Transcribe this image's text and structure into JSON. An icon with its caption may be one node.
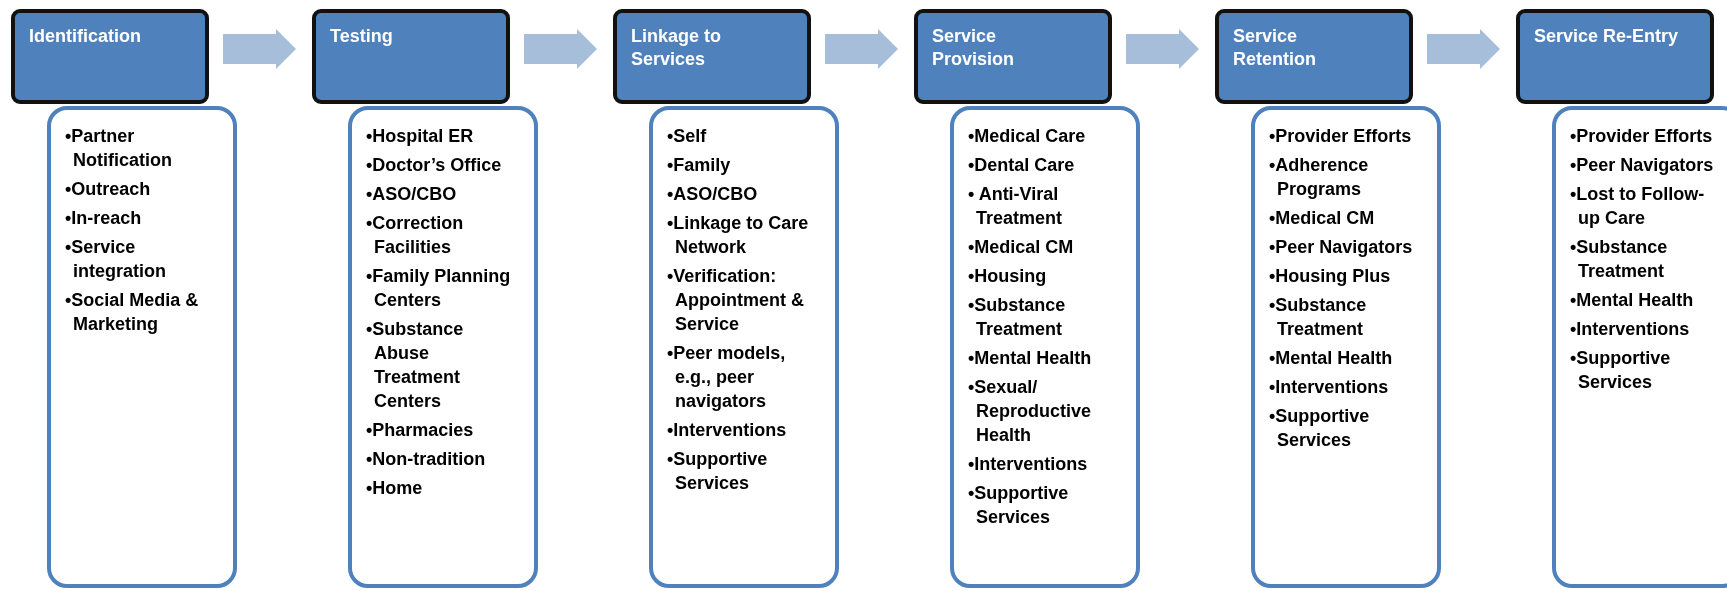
{
  "diagram": {
    "nodes": [
      {
        "text": [
          "Identification"
        ]
      },
      {
        "text": [
          "•Partner Notification",
          "•Outreach",
          "•In-reach",
          "•Service integration",
          "•Social Media & Marketing"
        ]
      },
      {
        "text": [
          "Testing"
        ]
      },
      {
        "text": [
          "•Hospital ER",
          "•Doctor’s Office",
          "•ASO/CBO",
          "•Correction Facilities",
          "•Family Planning Centers",
          "•Substance Abuse Treatment Centers",
          "•Pharmacies",
          "•Non-tradition",
          "•Home"
        ]
      },
      {
        "text": [
          "Linkage to Services"
        ]
      },
      {
        "text": [
          "•Self",
          "•Family",
          "•ASO/CBO",
          "•Linkage to Care Network",
          "•Verification: Appointment & Service",
          "•Peer models, e.g., peer navigators",
          "•Interventions",
          "•Supportive Services"
        ]
      },
      {
        "text": [
          "Service Provision"
        ]
      },
      {
        "text": [
          "•Medical Care",
          "•Dental Care",
          "• Anti-Viral Treatment",
          "•Medical CM",
          "•Housing",
          "•Substance Treatment",
          "•Mental Health",
          "•Sexual/ Reproductive Health",
          "•Interventions",
          "•Supportive Services"
        ]
      },
      {
        "text": [
          "Service Retention"
        ]
      },
      {
        "text": [
          "•Provider Efforts",
          "•Adherence Programs",
          "•Medical CM",
          "•Peer Navigators",
          "•Housing Plus",
          "•Substance Treatment",
          "•Mental Health",
          "•Interventions",
          "•Supportive Services"
        ]
      },
      {
        "text": [
          "Service Re-Entry"
        ]
      },
      {
        "text": [
          "•Provider Efforts",
          "•Peer Navigators",
          "•Lost to Follow-up Care",
          "•Substance Treatment",
          "•Mental Health",
          "•Interventions",
          "•Supportive Services"
        ]
      }
    ],
    "edges": [
      {
        "from": 0,
        "to": 2,
        "arrow": "to"
      },
      {
        "from": 2,
        "to": 4,
        "arrow": "to"
      },
      {
        "from": 4,
        "to": 6,
        "arrow": "to"
      },
      {
        "from": 6,
        "to": 8,
        "arrow": "to"
      },
      {
        "from": 8,
        "to": 10,
        "arrow": "to"
      }
    ]
  }
}
